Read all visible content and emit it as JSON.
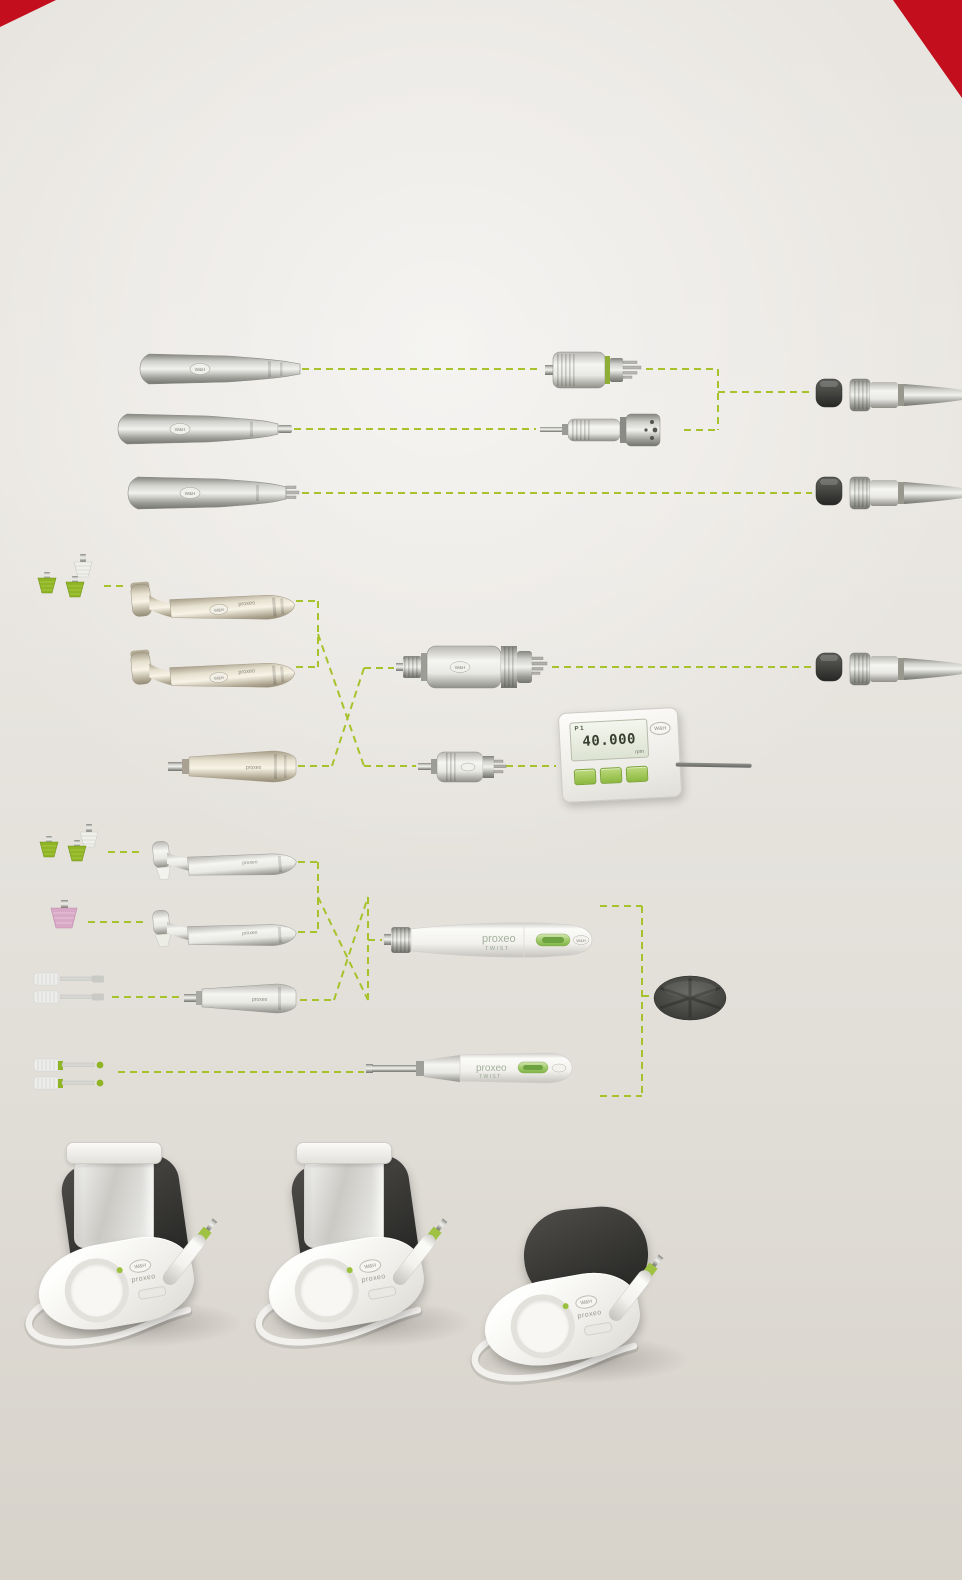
{
  "page": {
    "background_top": "#eae7e2",
    "background_bottom": "#d7d3cb",
    "accent_red": "#c20e1d",
    "connector_line_green": "#a6c32c",
    "prophy_green": "#8fb424",
    "prophy_pink": "#d8a9c6"
  },
  "branding": {
    "wh": "W&H",
    "proxeo": "proxeo",
    "twist": "TWIST"
  },
  "control_unit": {
    "program": "P 1",
    "value": "40.000",
    "unit": "rpm"
  }
}
